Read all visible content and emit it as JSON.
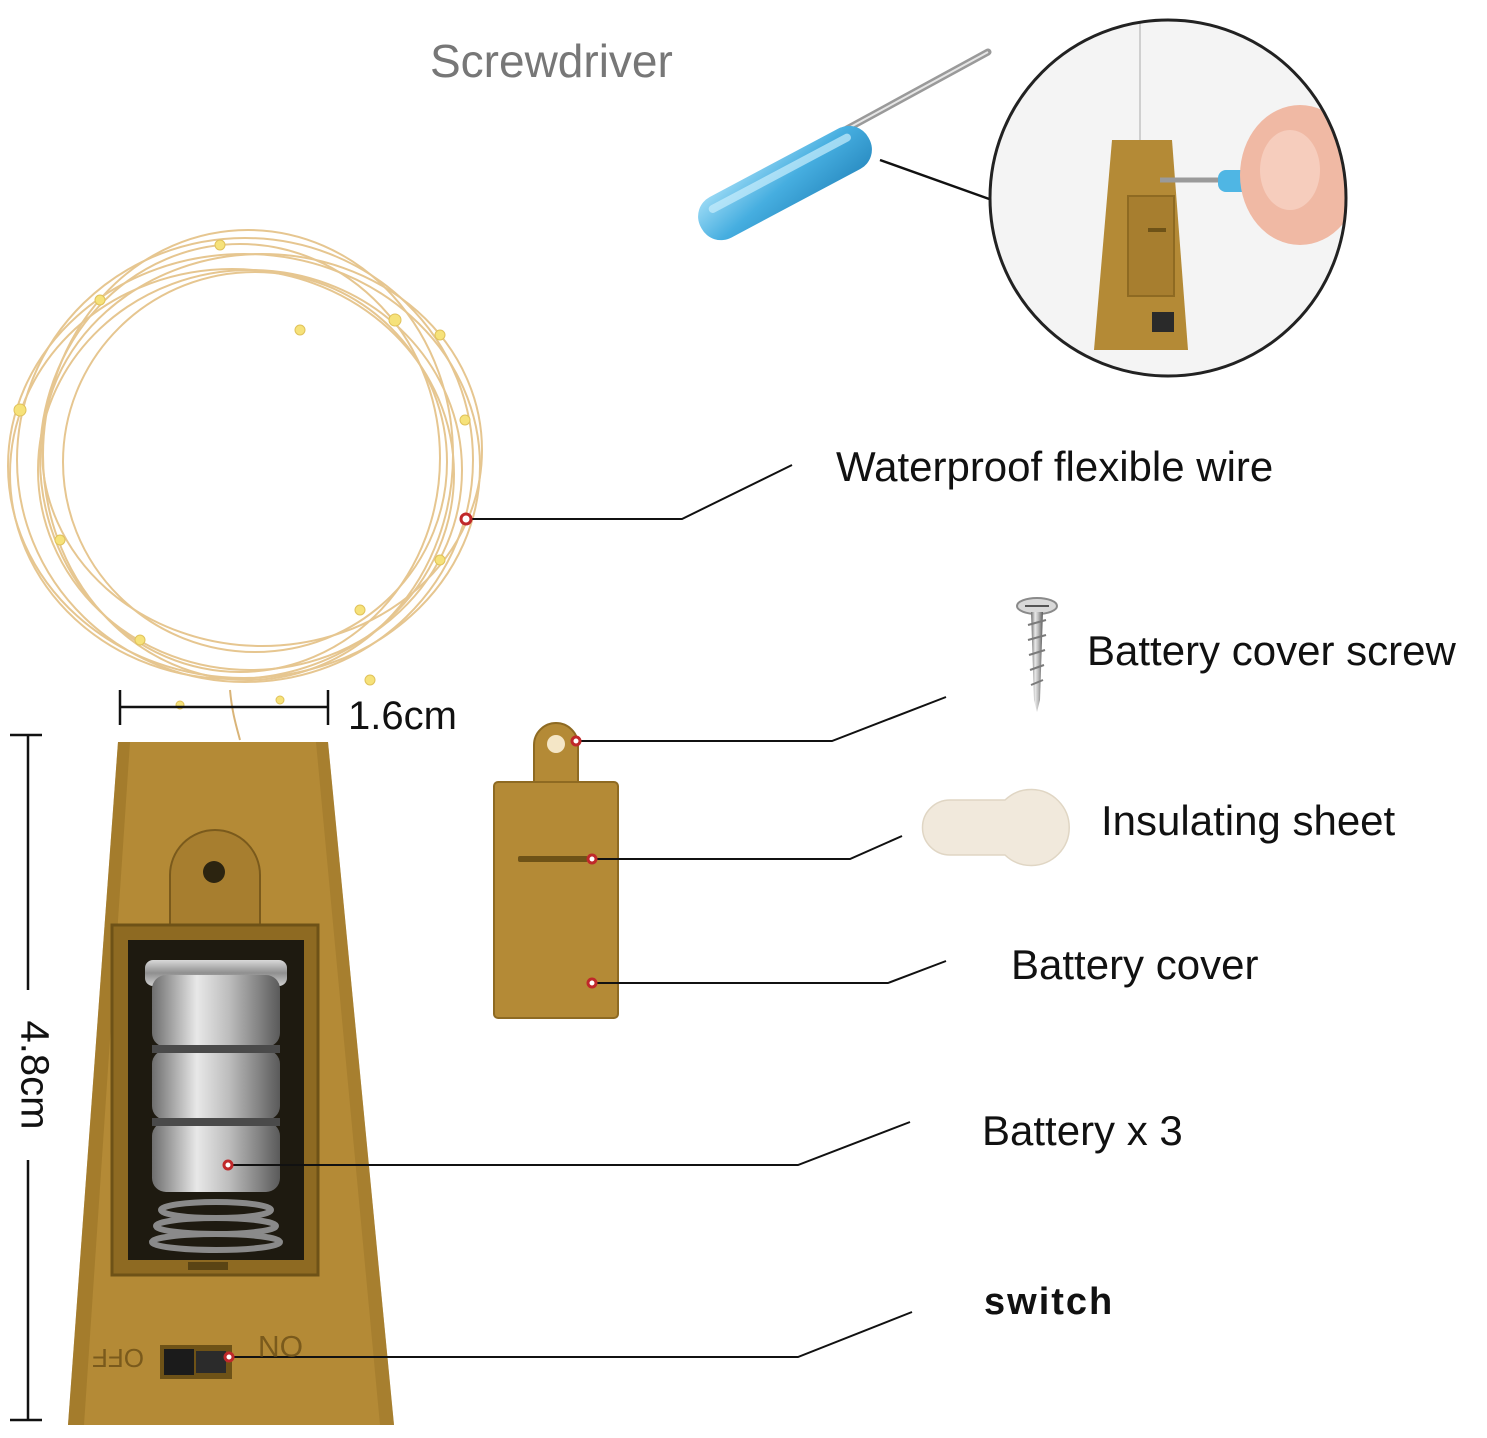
{
  "labels": {
    "screwdriver": "Screwdriver",
    "wire": "Waterproof flexible wire",
    "screw": "Battery cover screw",
    "insulating_sheet": "Insulating sheet",
    "battery_cover": "Battery cover",
    "battery": "Battery x 3",
    "switch": "switch"
  },
  "dimensions": {
    "width": "1.6cm",
    "height": "4.8cm"
  },
  "switch_marks": {
    "off": "OFF",
    "on": "ON"
  },
  "colors": {
    "cork": "#b48a36",
    "cork_dark": "#8e6a22",
    "wire": "#e9c98a",
    "led": "#f6e27a",
    "screwdriver_handle": "#4fb6e4",
    "callout_dot": "#c0282a",
    "insulating_sheet": "#f1e9dc"
  }
}
